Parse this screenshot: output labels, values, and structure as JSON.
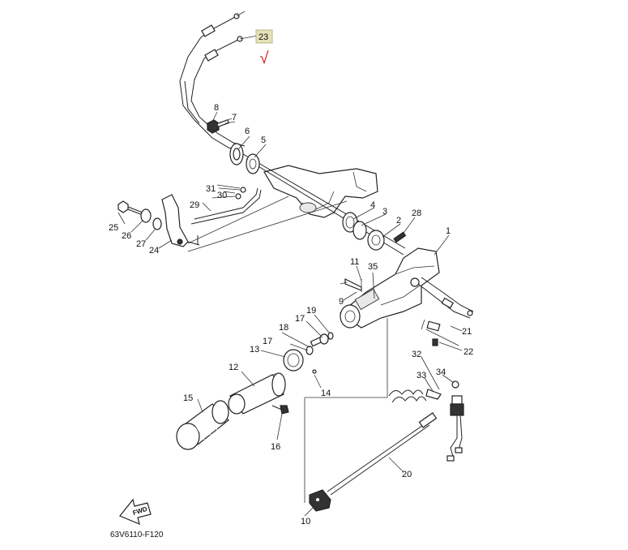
{
  "diagram": {
    "code": "63V6110-F120",
    "fwd_label": "FWD",
    "parts": [
      {
        "id": "p1",
        "num": "1"
      },
      {
        "id": "p2",
        "num": "2"
      },
      {
        "id": "p3",
        "num": "3"
      },
      {
        "id": "p4",
        "num": "4"
      },
      {
        "id": "p5",
        "num": "5"
      },
      {
        "id": "p6",
        "num": "6"
      },
      {
        "id": "p7",
        "num": "7"
      },
      {
        "id": "p8",
        "num": "8"
      },
      {
        "id": "p9",
        "num": "9"
      },
      {
        "id": "p10",
        "num": "10"
      },
      {
        "id": "p11",
        "num": "11"
      },
      {
        "id": "p12",
        "num": "12"
      },
      {
        "id": "p13",
        "num": "13"
      },
      {
        "id": "p14",
        "num": "14"
      },
      {
        "id": "p15",
        "num": "15"
      },
      {
        "id": "p16",
        "num": "16"
      },
      {
        "id": "p17a",
        "num": "17"
      },
      {
        "id": "p17b",
        "num": "17"
      },
      {
        "id": "p18",
        "num": "18"
      },
      {
        "id": "p19",
        "num": "19"
      },
      {
        "id": "p20",
        "num": "20"
      },
      {
        "id": "p21",
        "num": "21"
      },
      {
        "id": "p22",
        "num": "22"
      },
      {
        "id": "p23",
        "num": "23"
      },
      {
        "id": "p24",
        "num": "24"
      },
      {
        "id": "p25",
        "num": "25"
      },
      {
        "id": "p26",
        "num": "26"
      },
      {
        "id": "p27",
        "num": "27"
      },
      {
        "id": "p28",
        "num": "28"
      },
      {
        "id": "p29",
        "num": "29"
      },
      {
        "id": "p30",
        "num": "30"
      },
      {
        "id": "p31",
        "num": "31"
      },
      {
        "id": "p32",
        "num": "32"
      },
      {
        "id": "p33",
        "num": "33"
      },
      {
        "id": "p34",
        "num": "34"
      },
      {
        "id": "p35",
        "num": "35"
      }
    ],
    "annotation": {
      "mark": "√",
      "color": "#d42020",
      "highlight": "#e6e2b8"
    }
  }
}
